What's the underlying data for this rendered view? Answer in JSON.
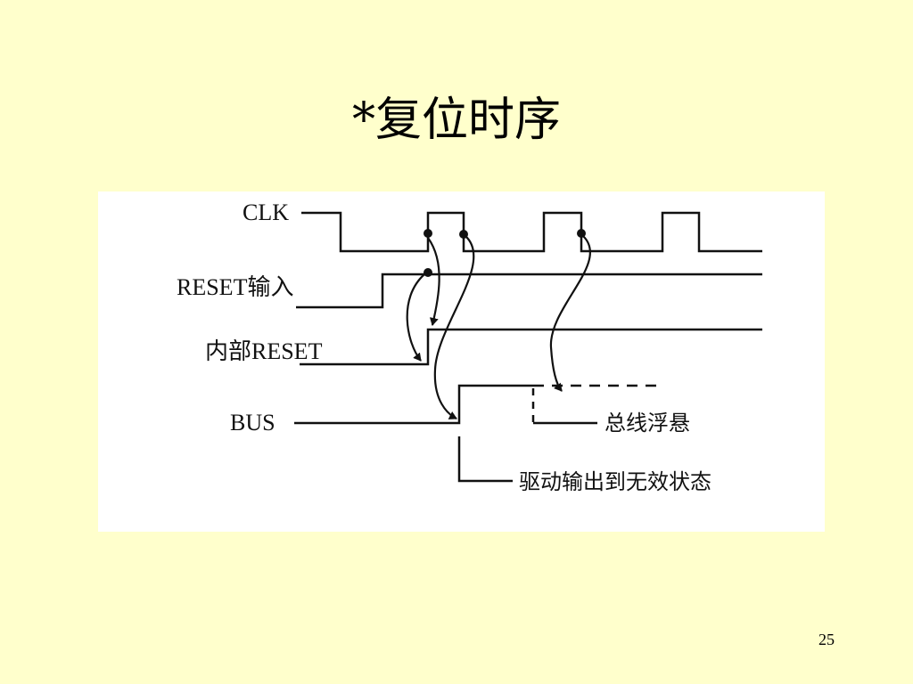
{
  "slide": {
    "title": "*复位时序",
    "page_number": "25"
  },
  "diagram": {
    "signals": {
      "clk": "CLK",
      "reset_in": "RESET输入",
      "internal_reset": "内部RESET",
      "bus": "BUS"
    },
    "annotations": {
      "bus_float": "总线浮悬",
      "drive_invalid": "驱动输出到无效状态"
    }
  }
}
